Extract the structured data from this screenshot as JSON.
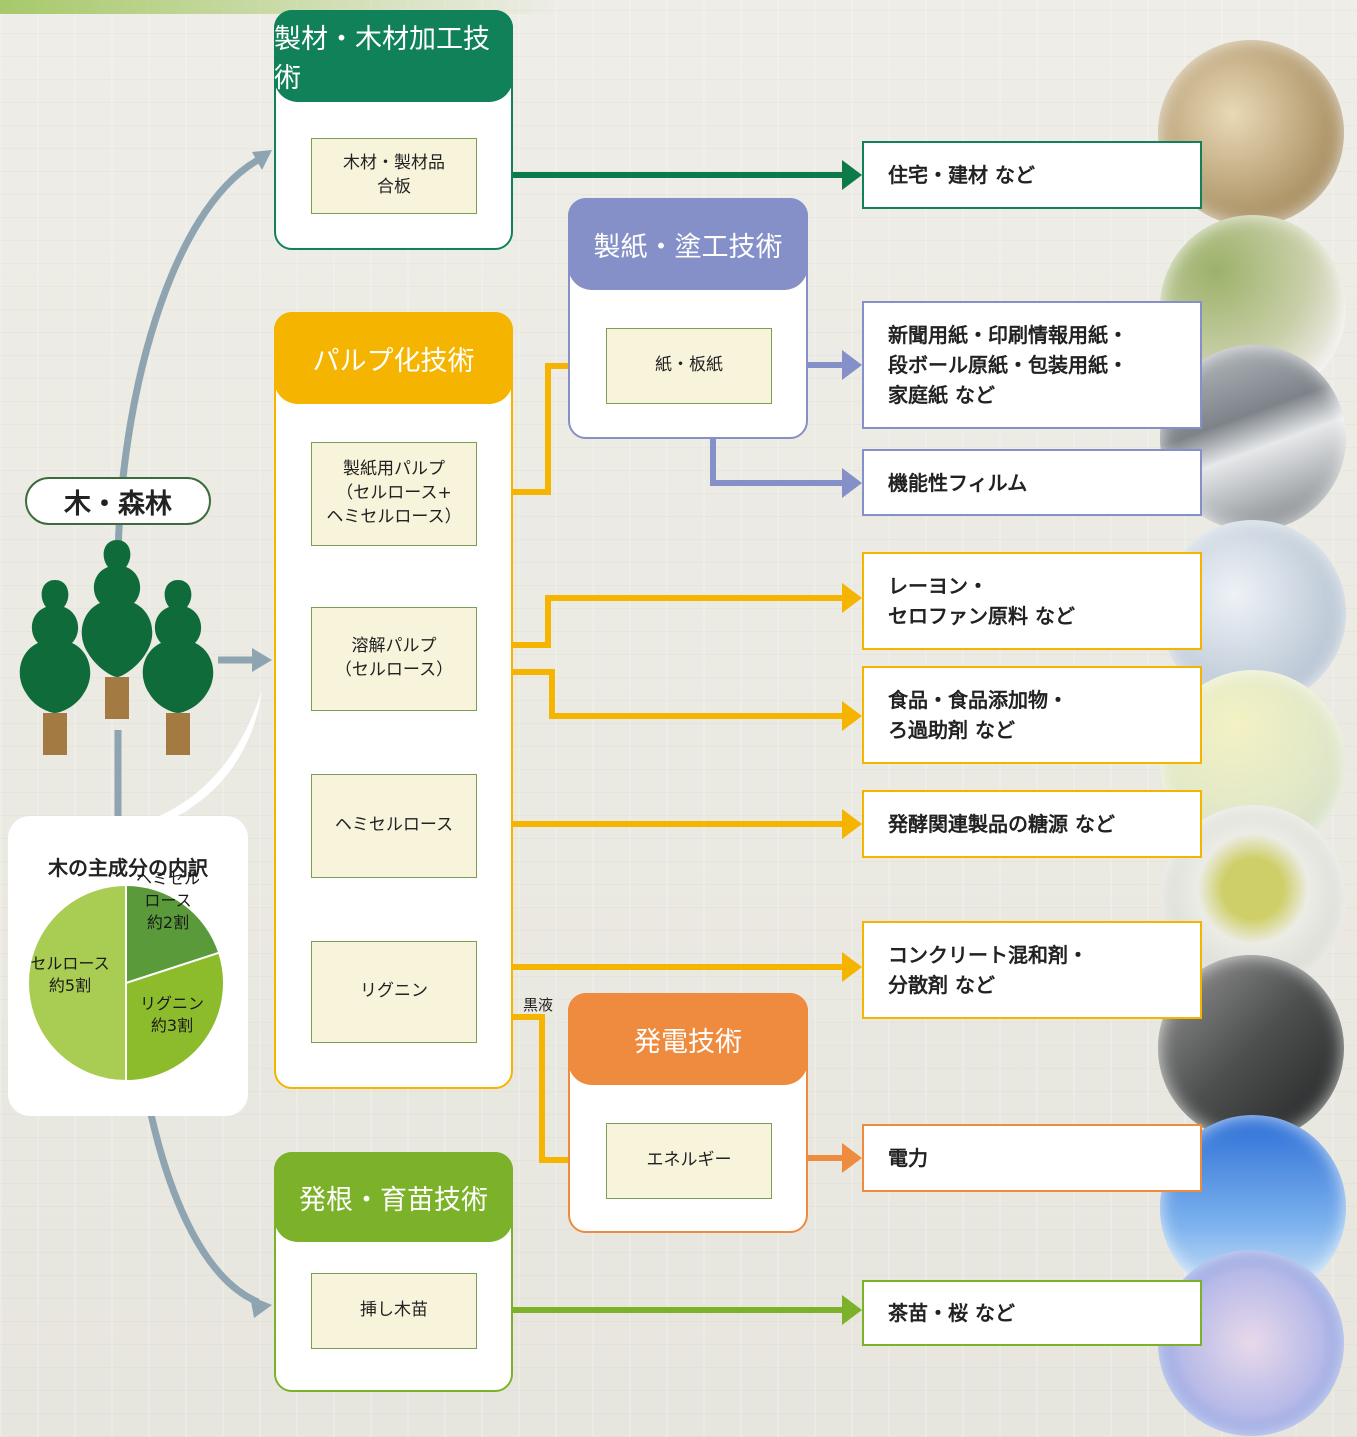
{
  "forest": {
    "label": "木・森林"
  },
  "groups": {
    "lumber": {
      "title": "製材・木材加工技術",
      "color": "#11815a",
      "item": "木材・製材品\n合板"
    },
    "paper": {
      "title": "製紙・塗工技術",
      "color": "#8590c8",
      "item": "紙・板紙"
    },
    "pulp": {
      "title": "パルプ化技術",
      "color": "#f4b400",
      "items": [
        "製紙用パルプ\n（セルロース+\nヘミセルロース）",
        "溶解パルプ\n（セルロース）",
        "ヘミセルロース",
        "リグニン"
      ]
    },
    "power": {
      "title": "発電技術",
      "color": "#ef8b3e",
      "item": "エネルギー"
    },
    "seedling": {
      "title": "発根・育苗技術",
      "color": "#7bb229",
      "item": "挿し木苗"
    }
  },
  "outputs": [
    "住宅・建材 など",
    "新聞用紙・印刷情報用紙・\n段ボール原紙・包装用紙・\n家庭紙 など",
    "機能性フィルム",
    "レーヨン・\nセロファン原料 など",
    "食品・食品添加物・\nろ過助剤 など",
    "発酵関連製品の糖源 など",
    "コンクリート混和剤・\n分散剤 など",
    "電力",
    "茶苗・桜 など"
  ],
  "black_liquor": "黒液",
  "chart_data": {
    "type": "pie",
    "title": "木の主成分の内訳",
    "categories": [
      "ヘミセルロース 約2割",
      "リグニン 約3割",
      "セルロース 約5割"
    ],
    "labels": [
      "ヘミセル\nロース\n約2割",
      "リグニン\n約3割",
      "セルロース\n約5割"
    ],
    "values": [
      20,
      30,
      50
    ],
    "colors": [
      "#5a9a3a",
      "#8cbc2c",
      "#a9cc52"
    ]
  }
}
